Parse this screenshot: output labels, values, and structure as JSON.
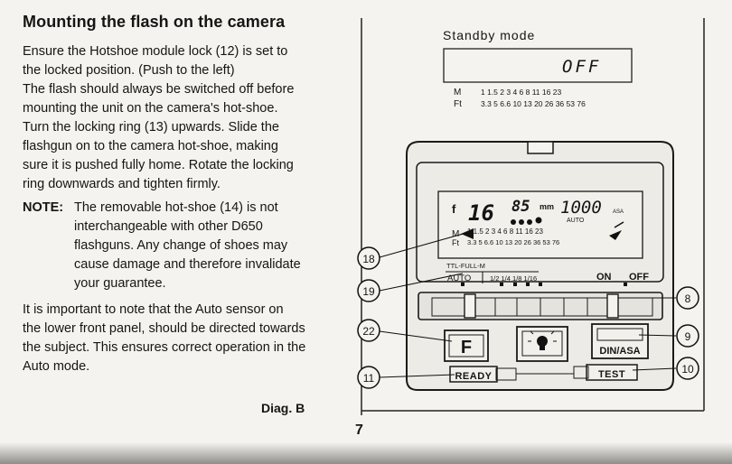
{
  "heading": "Mounting the flash on the camera",
  "paragraph1_lines": [
    "Ensure the Hotshoe module lock (12) is set to",
    "the locked position. (Push to the left)",
    "The flash should always be switched off before",
    "mounting the unit on the camera's hot-shoe.",
    "Turn the locking ring (13) upwards. Slide the",
    "flashgun on to the camera hot-shoe, making",
    "sure it is pushed fully home. Rotate the locking",
    "ring downwards and tighten firmly."
  ],
  "note": {
    "label": "NOTE:",
    "lines": [
      "The removable hot-shoe (14) is not",
      "interchangeable with other D650",
      "flashguns. Any change of shoes may",
      "cause damage and therefore invalidate",
      "your guarantee."
    ]
  },
  "paragraph2_lines": [
    "It is important to note that the Auto sensor on",
    "the lower front panel, should be directed towards",
    "the subject. This ensures correct operation in the",
    "Auto mode."
  ],
  "caption": "Diag. B",
  "page_number": "7",
  "diagram": {
    "standby_label": "Standby mode",
    "standby_display": "OFF",
    "standby_m_label": "M",
    "standby_ft_label": "Ft",
    "standby_m_scale": "1  1.5  2  3  4  6  8  11  16  23",
    "standby_ft_scale": "3.3  5  6.6  10  13  20  26  36  53  76",
    "lcd_f_label": "f",
    "lcd_aperture": "16",
    "lcd_focal": "85",
    "lcd_focal_unit": "mm",
    "lcd_iso": "1000",
    "lcd_iso_unit": "ASA",
    "lcd_mode_auto": "AUTO",
    "lcd_m_label": "M",
    "lcd_ft_label": "Ft",
    "lcd_m_scale": "1  1.5  2  3  4  6  8  11  16  23",
    "lcd_ft_scale": "3.3  5  6.6  10  13  20  26  36  53  76",
    "mode_ttl_label": "TTL-FULL-M",
    "mode_auto_label": "AUTO",
    "power_ratios": "1/2  1/4  1/8  1/16",
    "switch_on": "ON",
    "switch_off": "OFF",
    "button_f": "F",
    "button_din_asa": "DIN/ASA",
    "button_ready": "READY",
    "button_test": "TEST",
    "callouts": [
      "18",
      "19",
      "8",
      "22",
      "9",
      "11",
      "10"
    ]
  }
}
